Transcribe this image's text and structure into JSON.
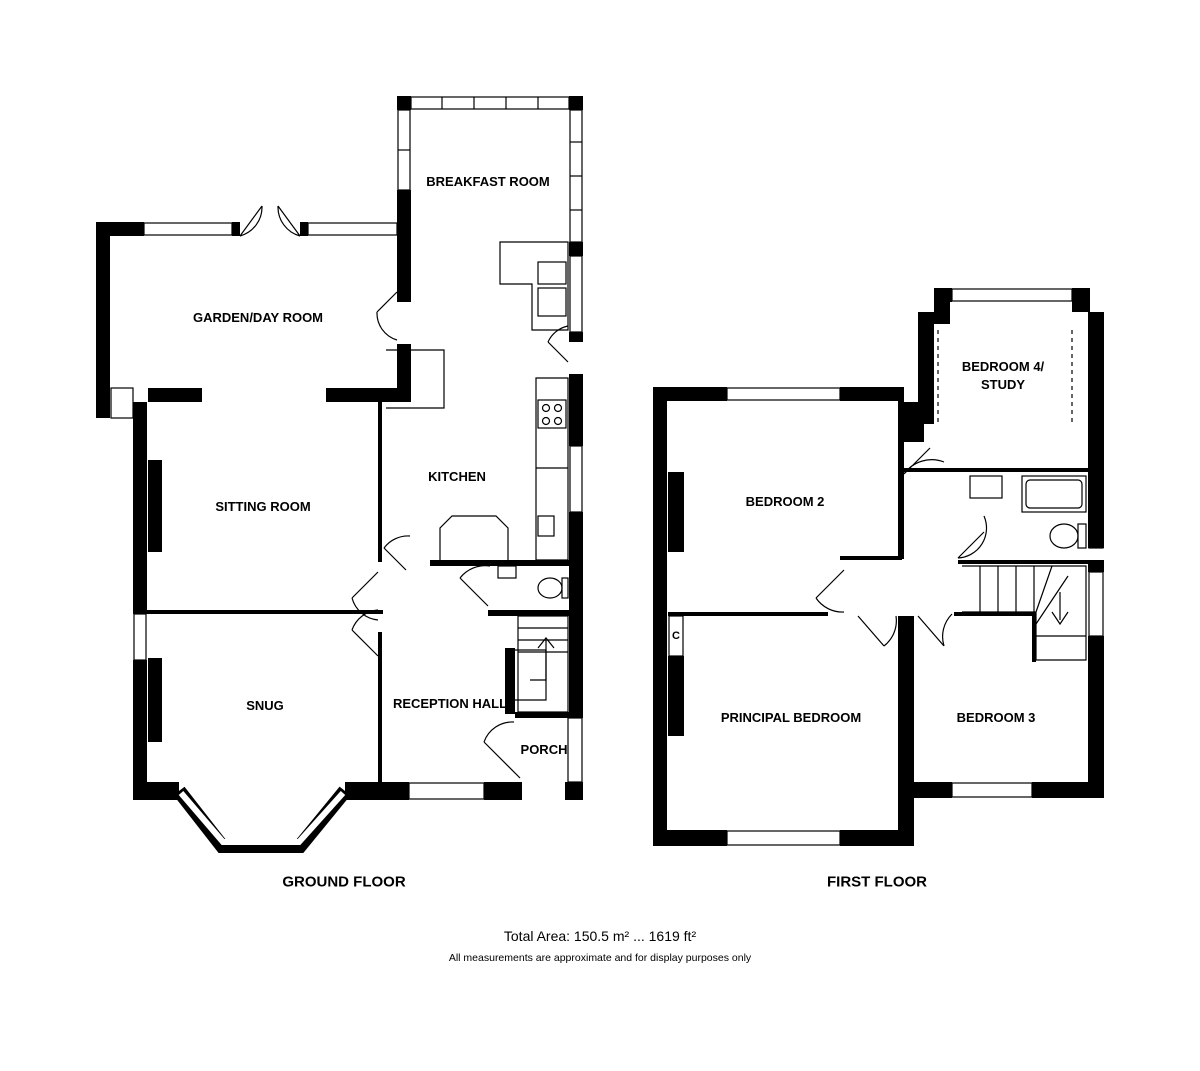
{
  "rooms": {
    "breakfast_room": "BREAKFAST ROOM",
    "garden_day_room": "GARDEN/DAY ROOM",
    "kitchen": "KITCHEN",
    "sitting_room": "SITTING ROOM",
    "snug": "SNUG",
    "reception_hall": "RECEPTION HALL",
    "porch": "PORCH",
    "bedroom_4_line1": "BEDROOM 4/",
    "bedroom_4_line2": "STUDY",
    "bedroom_2": "BEDROOM 2",
    "principal_bedroom": "PRINCIPAL BEDROOM",
    "bedroom_3": "BEDROOM 3",
    "cupboard": "C"
  },
  "floors": {
    "ground": "GROUND FLOOR",
    "first": "FIRST FLOOR"
  },
  "footer": {
    "total_area": "Total Area: 150.5 m² ... 1619 ft²",
    "disclaimer": "All measurements are approximate and for display purposes only"
  }
}
